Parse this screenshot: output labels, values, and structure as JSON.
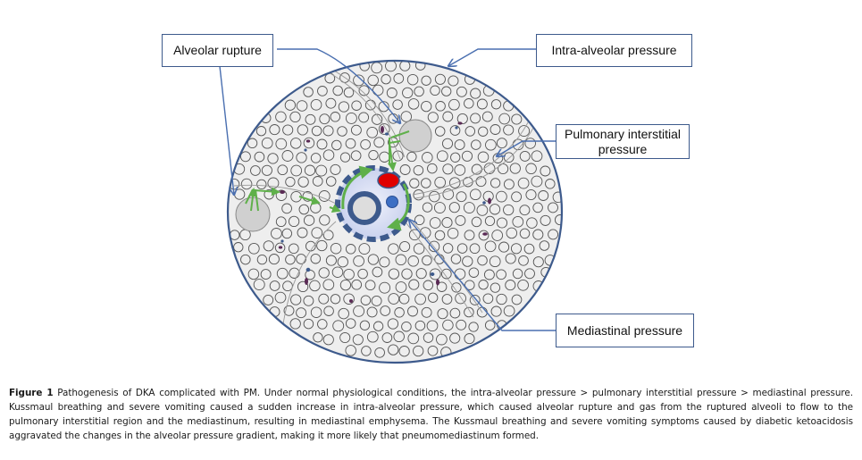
{
  "labels": {
    "alveolar_rupture": "Alveolar rupture",
    "intra_alveolar_pressure": "Intra-alveolar pressure",
    "pulmonary_interstitial_pressure": "Pulmonary interstitial pressure",
    "mediastinal_pressure": "Mediastinal pressure"
  },
  "caption": {
    "figure_label": "Figure 1",
    "text": "Pathogenesis of DKA complicated with PM. Under normal physiological conditions, the intra-alveolar pressure > pulmonary interstitial pressure > mediastinal pressure. Kussmaul breathing and severe vomiting caused a sudden increase in intra-alveolar pressure, which caused alveolar rupture and gas from the ruptured alveoli to flow to the pulmonary interstitial region and the mediastinum, resulting in mediastinal emphysema. The Kussmaul breathing and severe vomiting symptoms caused by diabetic ketoacidosis aggravated the changes in the alveolar pressure gradient, making it more likely that pneumomediastinum formed."
  },
  "colors": {
    "outline_blue": "#3d5a8c",
    "leader_blue": "#4a6fb0",
    "gas_flow_green": "#5fb04a",
    "artery_red": "#e00000",
    "vein_blue": "#3d6fc4",
    "tissue_gray": "#eeeeee",
    "alveolus_stroke": "#555555",
    "ruptured_alveolus_fill": "#d0d0d0",
    "mediastinum_fill": "#d6dcf2"
  }
}
